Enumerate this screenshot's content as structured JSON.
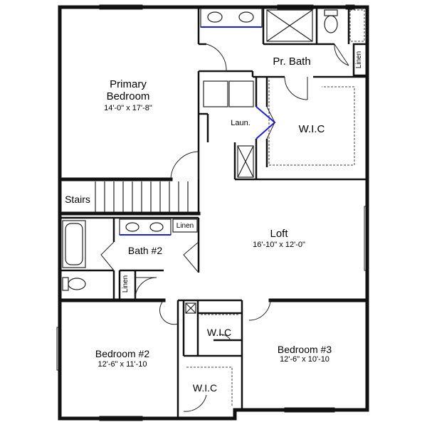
{
  "rooms": {
    "primary_bedroom": {
      "name_line1": "Primary",
      "name_line2": "Bedroom",
      "dims": "14'-0\" x 17'-8\""
    },
    "pr_bath": {
      "name": "Pr. Bath"
    },
    "linen_top": {
      "name": "Linen"
    },
    "laundry": {
      "name": "Laun."
    },
    "wic_primary": {
      "name": "W.I.C"
    },
    "stairs": {
      "name": "Stairs"
    },
    "linen_bath2": {
      "name": "Linen"
    },
    "bath2": {
      "name": "Bath #2"
    },
    "loft": {
      "name": "Loft",
      "dims": "16'-10\" x 12'-0\""
    },
    "linen_side": {
      "name": "Linen"
    },
    "wic_bed3": {
      "name": "W.I.C"
    },
    "bedroom3": {
      "name": "Bedroom #3",
      "dims": "12'-6\" x 10'-10"
    },
    "bedroom2": {
      "name": "Bedroom #2",
      "dims": "12'-6\" x 11'-10"
    },
    "wic_bed2": {
      "name": "W.I.C"
    }
  }
}
